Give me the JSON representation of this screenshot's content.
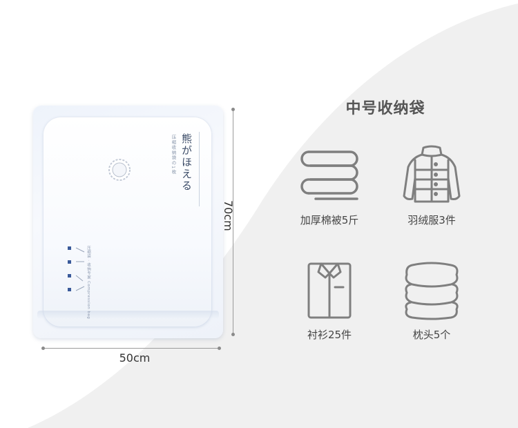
{
  "product": {
    "title": "中号收纳袋",
    "brand_name": "熊がほえる",
    "brand_subtitle": "压缩收纳袋の1枚",
    "pack_text": "压缩袋 · 收纳专家 Compression bag"
  },
  "dimensions": {
    "width_label": "50cm",
    "height_label": "70cm"
  },
  "capacity_items": [
    {
      "icon": "folded-quilt-icon",
      "label": "加厚棉被5斤"
    },
    {
      "icon": "down-jacket-icon",
      "label": "羽绒服3件"
    },
    {
      "icon": "shirt-icon",
      "label": "衬衫25件"
    },
    {
      "icon": "pillow-stack-icon",
      "label": "枕头5个"
    }
  ],
  "colors": {
    "background_curve": "#f0f0f0",
    "icon_stroke": "#7f7f7f",
    "text": "#444444"
  }
}
